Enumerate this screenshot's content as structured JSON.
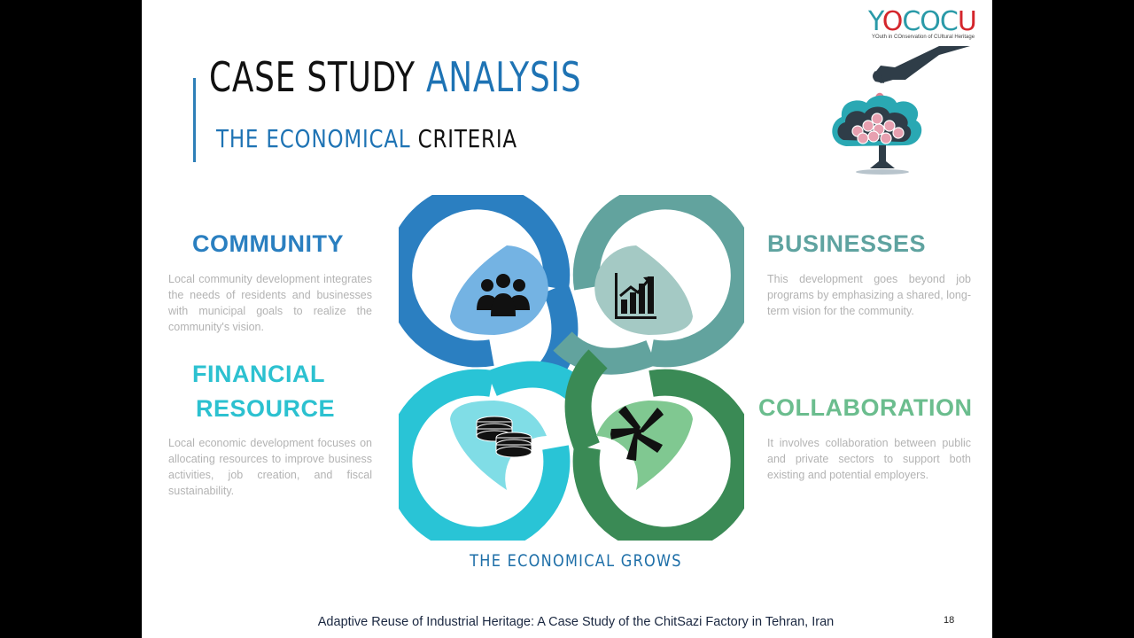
{
  "title": {
    "main": "CASE STUDY ",
    "accent": "ANALYSIS"
  },
  "subtitle": {
    "accent": "THE ECONOMICAL",
    "rest": " CRITERIA"
  },
  "logo": {
    "letters": [
      "Y",
      "O",
      "C",
      "O",
      "C",
      "U"
    ],
    "tagline": "YOuth in COnservation of CUltural Heritage"
  },
  "sections": {
    "community": {
      "title": "COMMUNITY",
      "body": "Local community development integrates the needs of residents and businesses with municipal goals to realize the community's vision.",
      "color": "#2a7fc0"
    },
    "businesses": {
      "title": "BUSINESSES",
      "body": "This development goes beyond job programs by emphasizing a shared, long-term vision for the community.",
      "color": "#5fa3a0"
    },
    "financial": {
      "title_line1": "FINANCIAL",
      "title_line2": "RESOURCE",
      "body": "Local economic development focuses on allocating resources to improve business activities, job creation, and fiscal sustainability.",
      "color": "#2cc1d0"
    },
    "collaboration": {
      "title": "COLLABORATION",
      "body": "It involves collaboration between public and private sectors to support both existing and potential employers.",
      "color": "#6bbd8e"
    }
  },
  "diagram": {
    "icons": [
      "people-group-icon",
      "growth-chart-icon",
      "coins-icon",
      "hands-together-icon"
    ],
    "colors": {
      "ring_top_left": "#2b7fc1",
      "ring_top_right": "#62a39e",
      "ring_bottom_left": "#29c4d6",
      "ring_bottom_right": "#3a8a55",
      "leaf_top_left": "#74b3e3",
      "leaf_top_right": "#a4c9c4",
      "leaf_bottom_left": "#80dde6",
      "leaf_bottom_right": "#80c891"
    }
  },
  "caption": "THE ECONOMICAL GROWS",
  "footer": "Adaptive Reuse of Industrial Heritage: A Case Study of the ChitSazi Factory in Tehran, Iran",
  "page_number": "18"
}
